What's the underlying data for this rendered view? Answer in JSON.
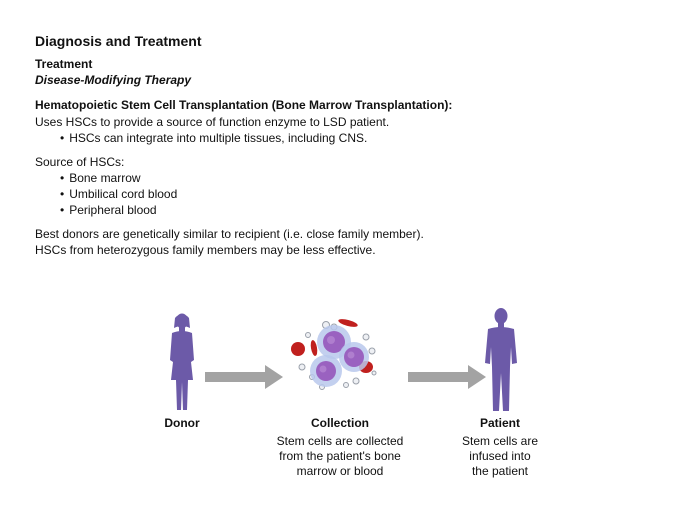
{
  "header": {
    "title": "Diagnosis and Treatment",
    "section": "Treatment",
    "subsection": "Disease-Modifying Therapy"
  },
  "hsct": {
    "heading": "Hematopoietic Stem Cell Transplantation (Bone Marrow Transplantation):",
    "intro": "Uses HSCs to provide a source of function enzyme to LSD patient.",
    "bullet": "HSCs can integrate into multiple tissues, including CNS."
  },
  "sources": {
    "heading": "Source of HSCs:",
    "items": [
      "Bone marrow",
      "Umbilical cord blood",
      "Peripheral blood"
    ]
  },
  "donors": {
    "line1": "Best donors are genetically similar to recipient (i.e. close family member).",
    "line2": "HSCs from heterozygous family members may be less effective."
  },
  "diagram": {
    "donor": {
      "label": "Donor"
    },
    "collection": {
      "label": "Collection",
      "desc_lines": [
        "Stem cells are collected",
        "from the patient's bone",
        "marrow or blood"
      ]
    },
    "patient": {
      "label": "Patient",
      "desc_lines": [
        "Stem cells are",
        "infused into",
        "the patient"
      ]
    },
    "colors": {
      "figure": "#6c5aa8",
      "arrow": "#a3a3a3",
      "stem_cell": "#9a62c0",
      "red_cell": "#c0201e",
      "membrane": "#b8c8ec"
    }
  }
}
